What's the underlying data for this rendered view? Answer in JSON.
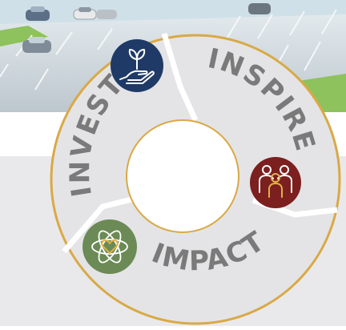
{
  "segments": [
    {
      "id": "invest",
      "label": "INVEST",
      "icon": "hand-sprout-icon",
      "color": "#1f3a66"
    },
    {
      "id": "inspire",
      "label": "INSPIRE",
      "icon": "people-icon",
      "color": "#7c1f1f"
    },
    {
      "id": "impact",
      "label": "IMPACT",
      "icon": "atom-heart-icon",
      "color": "#6b8a55"
    }
  ],
  "colors": {
    "ring_fill": "#e4e4e6",
    "ring_outline": "#d9a945",
    "label_text": "#7a7a7a",
    "panel_background": "#e9e9eb",
    "photo_sky": "#dde6ec",
    "photo_lot": "#c8d2d8",
    "photo_grass": "#8dc25c"
  },
  "background_image": "parking-lot-photo"
}
